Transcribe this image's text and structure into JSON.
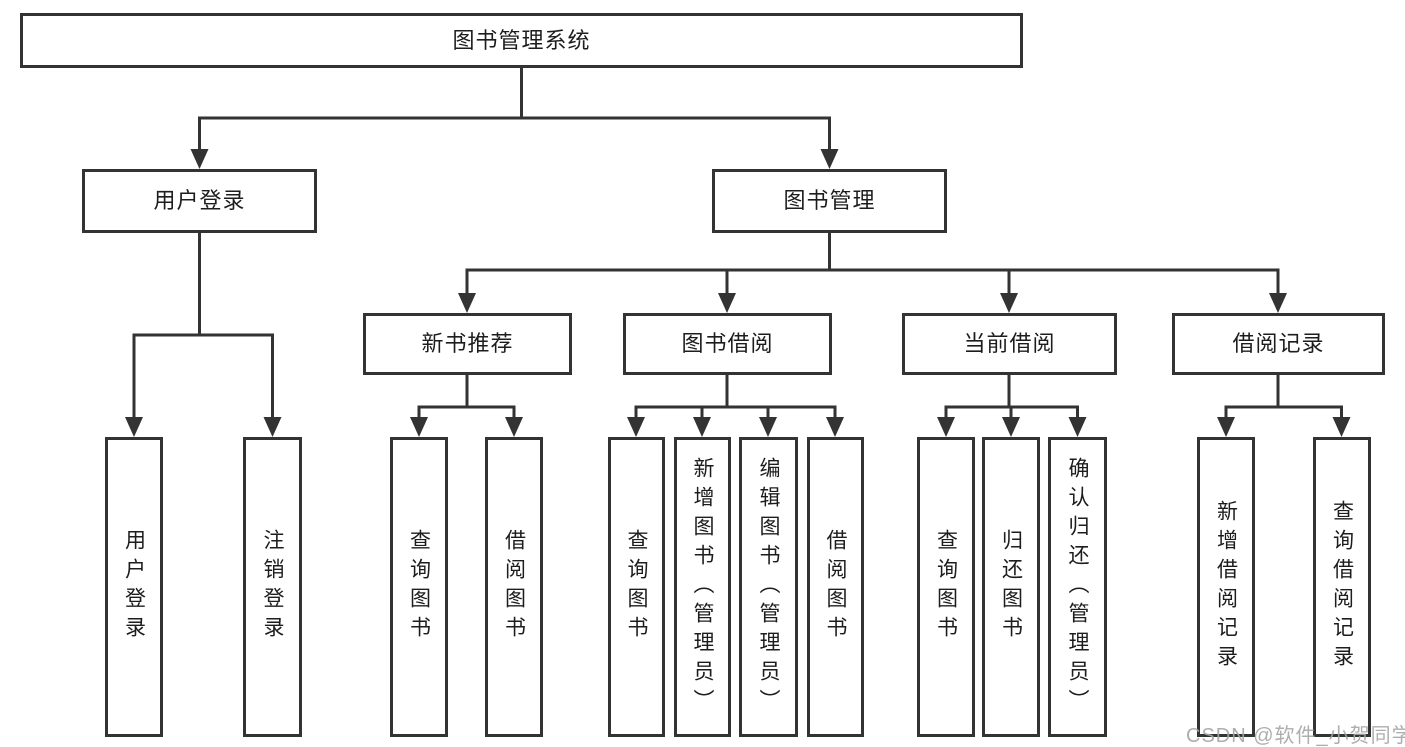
{
  "diagram": {
    "root": {
      "label": "图书管理系统"
    },
    "level2": [
      {
        "label": "用户登录"
      },
      {
        "label": "图书管理"
      }
    ],
    "level3": [
      {
        "label": "新书推荐"
      },
      {
        "label": "图书借阅"
      },
      {
        "label": "当前借阅"
      },
      {
        "label": "借阅记录"
      }
    ],
    "leaves": {
      "user_login": [
        {
          "label": "用户登录"
        },
        {
          "label": "注销登录"
        }
      ],
      "new_book": [
        {
          "label": "查询图书"
        },
        {
          "label": "借阅图书"
        }
      ],
      "book_borrow": [
        {
          "label": "查询图书"
        },
        {
          "label": "新增图书（管理员）"
        },
        {
          "label": "编辑图书（管理员）"
        },
        {
          "label": "借阅图书"
        }
      ],
      "current_borrow": [
        {
          "label": "查询图书"
        },
        {
          "label": "归还图书"
        },
        {
          "label": "确认归还（管理员）"
        }
      ],
      "borrow_records": [
        {
          "label": "新增借阅记录"
        },
        {
          "label": "查询借阅记录"
        }
      ]
    }
  },
  "watermark": {
    "text": "CSDN @软件_小贺同学"
  },
  "colors": {
    "line": "#333333",
    "text": "#1d1d1d",
    "background": "#ffffff",
    "watermark": "#a5a5a5"
  }
}
